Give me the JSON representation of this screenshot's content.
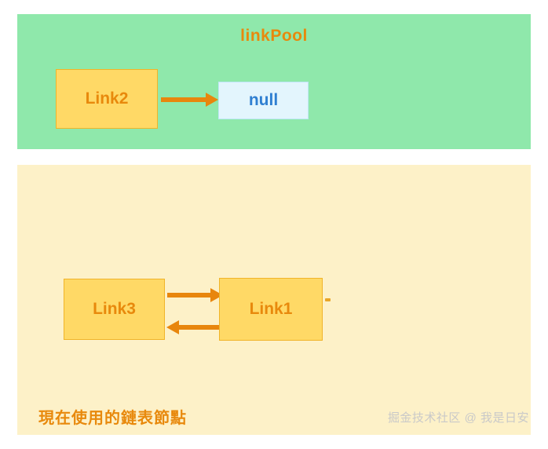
{
  "diagram": {
    "pool_panel": {
      "title": "linkPool",
      "nodes": [
        {
          "label": "Link2",
          "type": "node"
        },
        {
          "label": "null",
          "type": "null"
        }
      ],
      "arrow": {
        "direction": "right",
        "from": "Link2",
        "to": "null"
      }
    },
    "active_panel": {
      "nodes": [
        {
          "label": "Link3",
          "type": "node"
        },
        {
          "label": "Link1",
          "type": "node"
        }
      ],
      "arrows": [
        {
          "direction": "right",
          "from": "Link3",
          "to": "Link1"
        },
        {
          "direction": "left",
          "from": "Link1",
          "to": "Link3"
        }
      ],
      "caption": "現在使用的鏈表節點"
    },
    "watermark": "掘金技术社区 @ 我是日安",
    "colors": {
      "pool_background": "#8fe8ab",
      "active_background": "#fdf1c8",
      "node_fill": "#ffd966",
      "node_text": "#e8890c",
      "null_fill": "#e3f5fd",
      "null_text": "#2f7fd1",
      "arrow": "#e8860d",
      "watermark_text": "#c9c9c9"
    }
  }
}
